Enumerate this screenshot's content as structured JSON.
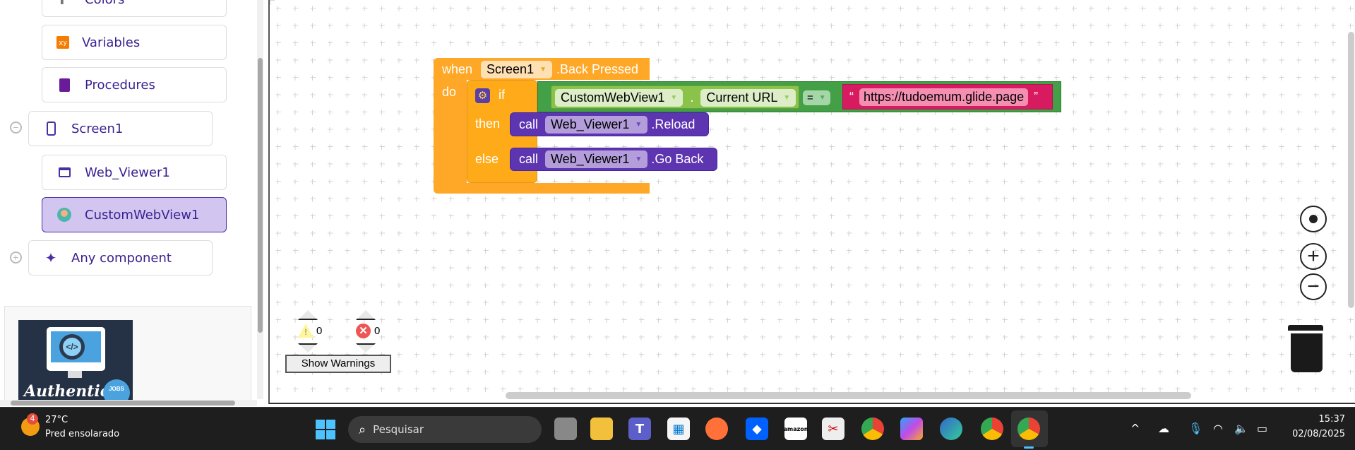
{
  "sidebar": {
    "items": [
      {
        "label": "Colors",
        "icon": "colors-icon"
      },
      {
        "label": "Variables",
        "icon": "variables-icon"
      },
      {
        "label": "Procedures",
        "icon": "procedures-icon"
      },
      {
        "label": "Screen1",
        "icon": "phone-icon"
      },
      {
        "label": "Web_Viewer1",
        "icon": "window-icon"
      },
      {
        "label": "CustomWebView1",
        "icon": "avatar-icon",
        "selected": true
      },
      {
        "label": "Any component",
        "icon": "sparkle-icon"
      }
    ],
    "ad": {
      "logo_text": "Authentic",
      "badge": "JOBS"
    }
  },
  "blocks": {
    "event": {
      "when": "when",
      "component": "Screen1",
      "event": ".Back Pressed",
      "do": "do"
    },
    "if": {
      "if": "if",
      "then": "then",
      "else": "else"
    },
    "compare": {
      "component": "CustomWebView1",
      "dot": ".",
      "property": "Current URL",
      "op": "=",
      "open_quote": "“",
      "value": "https://tudoemum.glide.page",
      "close_quote": "”"
    },
    "reload": {
      "call": "call",
      "component": "Web_Viewer1",
      "method": ".Reload"
    },
    "goback": {
      "call": "call",
      "component": "Web_Viewer1",
      "method": ".Go Back"
    }
  },
  "warnings": {
    "warning_count": "0",
    "error_count": "0",
    "button": "Show Warnings"
  },
  "colors": {
    "event": "#ffa726",
    "control": "#ffab19",
    "logic": "#43a047",
    "getter": "#8bc34a",
    "text": "#d81b60",
    "component": "#5e35b1"
  },
  "taskbar": {
    "weather": {
      "badge": "4",
      "temp": "27°C",
      "desc": "Pred ensolarado"
    },
    "search_placeholder": "Pesquisar",
    "time": "15:37",
    "date": "02/08/2025"
  }
}
